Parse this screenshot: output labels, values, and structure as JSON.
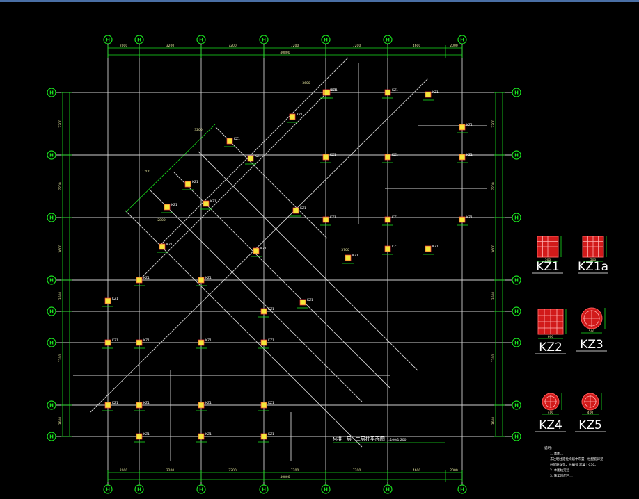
{
  "drawing": {
    "title": "M楼一层~二层柱平面图",
    "scale": "1:100/1:200",
    "grid_bubble_label": "H",
    "top_dims": [
      "2000",
      "3200",
      "7200",
      "7200",
      "7200",
      "4600",
      "2000"
    ],
    "top_total": "40800",
    "bottom_dims": [
      "2000",
      "3200",
      "7200",
      "7200",
      "7200",
      "4600",
      "2000"
    ],
    "bottom_total": "40800",
    "left_dims": [
      "7200",
      "7200",
      "3600",
      "3600",
      "7200",
      "3600"
    ],
    "right_dims": [
      "7200",
      "7200",
      "3600",
      "3600",
      "7200",
      "3600"
    ],
    "column_tags": [
      "KZ1",
      "KZ1",
      "KZ1",
      "KZ1",
      "KZ1",
      "KZ1",
      "KZ1",
      "KZ1",
      "KZ1",
      "KZ1",
      "KZ1",
      "KZ1",
      "KZ1",
      "KZ1",
      "KZ1",
      "KZ1",
      "KZ1",
      "KZ1",
      "KZ1",
      "KZ1"
    ],
    "diag_dims": [
      "1200",
      "3200",
      "2800",
      "3600",
      "3700"
    ]
  },
  "legend": {
    "items": [
      {
        "label": "KZ1",
        "shape": "square",
        "dim": "500"
      },
      {
        "label": "KZ1a",
        "shape": "square",
        "dim": "500"
      },
      {
        "label": "KZ2",
        "shape": "square",
        "dim": "600"
      },
      {
        "label": "KZ3",
        "shape": "round",
        "dim": "500"
      },
      {
        "label": "KZ4",
        "shape": "round",
        "dim": "400"
      },
      {
        "label": "KZ5",
        "shape": "round",
        "dim": "400"
      }
    ]
  },
  "notes": {
    "heading": "说明：",
    "lines": [
      "1. 本图…",
      "未注明柱定位均居中布置，柱配筋详见",
      "柱配筋详见，柱编号 混凝土C30。",
      "2. 本图柱定位…",
      "3. 施工时配合…"
    ]
  },
  "colors": {
    "grid_bubble": "#19e01e",
    "axis_line": "#cfcfcf",
    "column_fill": "#f2e63a",
    "column_section": "#ff3b3b",
    "background": "#000000"
  }
}
